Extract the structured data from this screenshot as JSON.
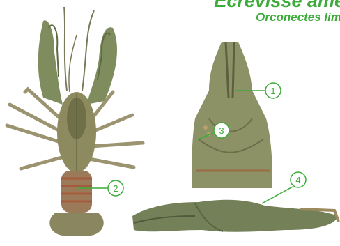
{
  "header": {
    "title": "Écrevisse amé",
    "subtitle": "Orconectes lim"
  },
  "callouts": [
    {
      "label": "1",
      "target": "rostrum"
    },
    {
      "label": "3",
      "target": "carapace spines"
    },
    {
      "label": "2",
      "target": "abdomen bands"
    },
    {
      "label": "4",
      "target": "lateral view"
    }
  ],
  "colors": {
    "accent": "#3cab3a",
    "crayfish_body": "#8c8a5e",
    "crayfish_dark": "#5d5a3c",
    "crayfish_band": "#a45a3c"
  }
}
